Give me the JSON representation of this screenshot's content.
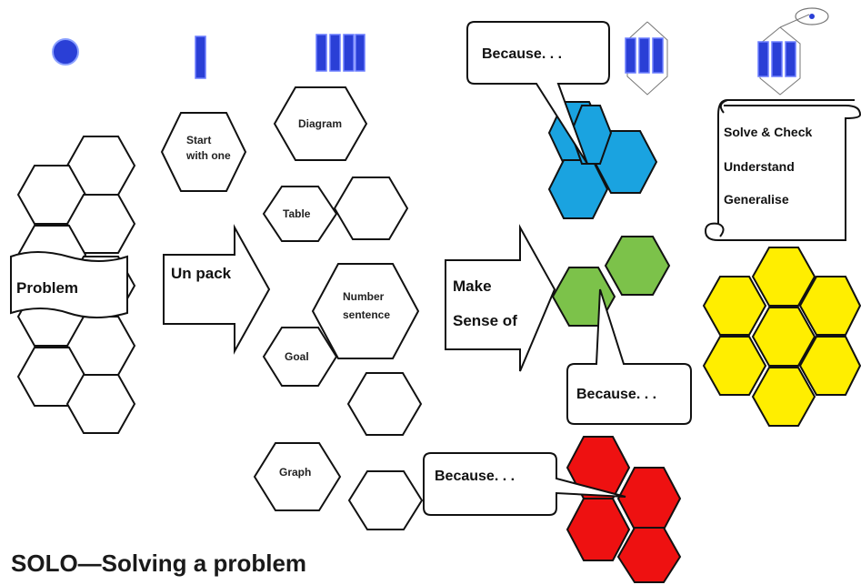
{
  "title": "SOLO—Solving a problem",
  "problem_label": "Problem",
  "arrows": {
    "unpack": "Un pack",
    "make_sense_line1": "Make",
    "make_sense_line2": "Sense of"
  },
  "hexagons": {
    "start_line1": "Start",
    "start_line2": "with one",
    "diagram": "Diagram",
    "table": "Table",
    "number_line1": "Number",
    "number_line2": "sentence",
    "goal": "Goal",
    "graph": "Graph"
  },
  "because": {
    "top": "Because. . .",
    "middle": "Because. . .",
    "bottom": "Because. . ."
  },
  "scroll": {
    "line1": "Solve & Check",
    "line2": "Understand",
    "line3": "Generalise"
  },
  "colors": {
    "solo_blue": "#2a3fd6",
    "cyan_cluster": "#1aa3e0",
    "green_cluster": "#7cc24a",
    "yellow_cluster": "#ffee00",
    "red_cluster": "#ee1111"
  },
  "solo_icons": [
    "prestructural-dot-icon",
    "unistructural-bar-icon",
    "multistructural-bars-icon",
    "relational-bars-icon",
    "extended-abstract-bars-icon"
  ]
}
